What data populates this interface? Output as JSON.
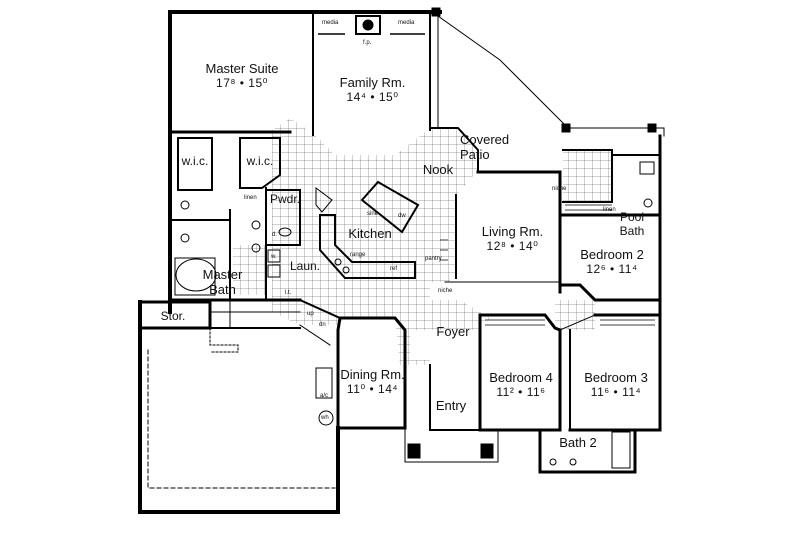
{
  "rooms": {
    "master_suite": {
      "name": "Master Suite",
      "dims": "17⁸ • 15⁰"
    },
    "family": {
      "name": "Family Rm.",
      "dims": "14⁴ • 15⁰"
    },
    "covered_patio": {
      "name": "Covered\nPatio"
    },
    "wic_left": {
      "name": "w.i.c."
    },
    "wic_right": {
      "name": "w.i.c."
    },
    "nook": {
      "name": "Nook"
    },
    "pwdr": {
      "name": "Pwdr."
    },
    "pool_bath": {
      "name": "Pool\nBath"
    },
    "kitchen": {
      "name": "Kitchen"
    },
    "master_bath": {
      "name": "Master\nBath"
    },
    "laun": {
      "name": "Laun."
    },
    "living": {
      "name": "Living Rm.",
      "dims": "12⁸ • 14⁰"
    },
    "bedroom2": {
      "name": "Bedroom 2",
      "dims": "12⁶ • 11⁴"
    },
    "stor": {
      "name": "Stor."
    },
    "foyer": {
      "name": "Foyer"
    },
    "dining": {
      "name": "Dining Rm.",
      "dims": "11⁰ • 14⁴"
    },
    "bedroom4": {
      "name": "Bedroom 4",
      "dims": "11² • 11⁶"
    },
    "bedroom3": {
      "name": "Bedroom 3",
      "dims": "11⁶ • 11⁴"
    },
    "entry": {
      "name": "Entry"
    },
    "bath2": {
      "name": "Bath 2"
    }
  },
  "fixtures": {
    "media_left": "media",
    "media_right": "media",
    "fp": "f.p.",
    "linen_pwdr": "linen",
    "linen_pool": "linen",
    "niche_pool": "niche",
    "niche_living": "niche",
    "sink": "sink",
    "dw": "dw",
    "range": "range",
    "ref": "ref",
    "pantry": "pantry",
    "d": "d.",
    "w": "w.",
    "lt": "l.t.",
    "ac": "a/c",
    "wh": "wh",
    "up": "up",
    "dn": "dn"
  }
}
